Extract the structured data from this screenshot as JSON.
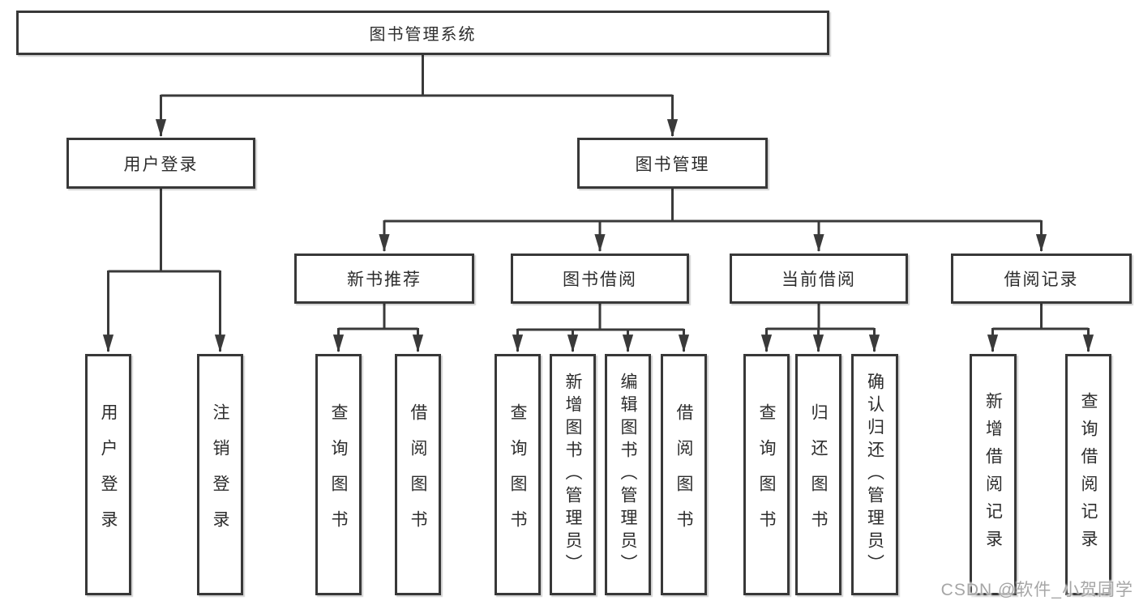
{
  "tree": {
    "root": {
      "label": "图书管理系统"
    },
    "branches": [
      {
        "label": "用户登录",
        "children": [
          {
            "label": "用户登录"
          },
          {
            "label": "注销登录"
          }
        ]
      },
      {
        "label": "图书管理",
        "sections": [
          {
            "label": "新书推荐",
            "children": [
              {
                "label": "查询图书"
              },
              {
                "label": "借阅图书"
              }
            ]
          },
          {
            "label": "图书借阅",
            "children": [
              {
                "label": "查询图书"
              },
              {
                "label": "新增图书（管理员）"
              },
              {
                "label": "编辑图书（管理员）"
              },
              {
                "label": "借阅图书"
              }
            ]
          },
          {
            "label": "当前借阅",
            "children": [
              {
                "label": "查询图书"
              },
              {
                "label": "归还图书"
              },
              {
                "label": "确认归还（管理员）"
              }
            ]
          },
          {
            "label": "借阅记录",
            "children": [
              {
                "label": "新增借阅记录"
              },
              {
                "label": "查询借阅记录"
              }
            ]
          }
        ]
      }
    ]
  },
  "watermark": {
    "text": "CSDN @软件_小贺同学"
  },
  "colors": {
    "line": "#3a3a3a",
    "box_border": "#383838",
    "box_fill": "#ffffff",
    "text": "#2d2d2d",
    "watermark": "#a6a6a6",
    "background": "#ffffff"
  }
}
